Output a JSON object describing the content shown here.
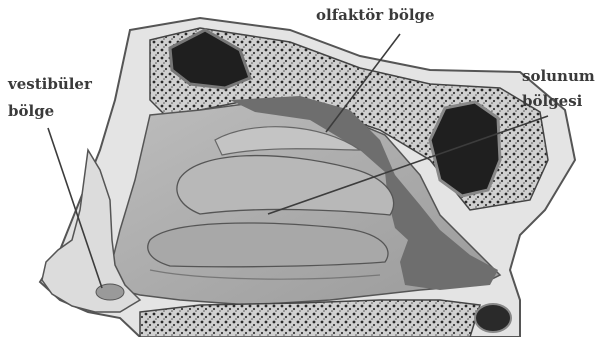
{
  "labels": {
    "vestibular_line1": "vestibüler",
    "vestibular_line2": "bölge",
    "olfactory": "olfaktör bölge",
    "respiratory_line1": "solunum",
    "respiratory_line2": "bölgesi"
  },
  "colors": {
    "bone": "#d8d8d8",
    "bone_dark": "#4a4a4a",
    "cavity": "#1f1f1f",
    "concha": "#a8a8a8",
    "concha_light": "#c4c4c4",
    "olfactory_region": "#6e6e6e",
    "label_text": "#3a3a3a",
    "leader_line": "#3c3c3c"
  }
}
